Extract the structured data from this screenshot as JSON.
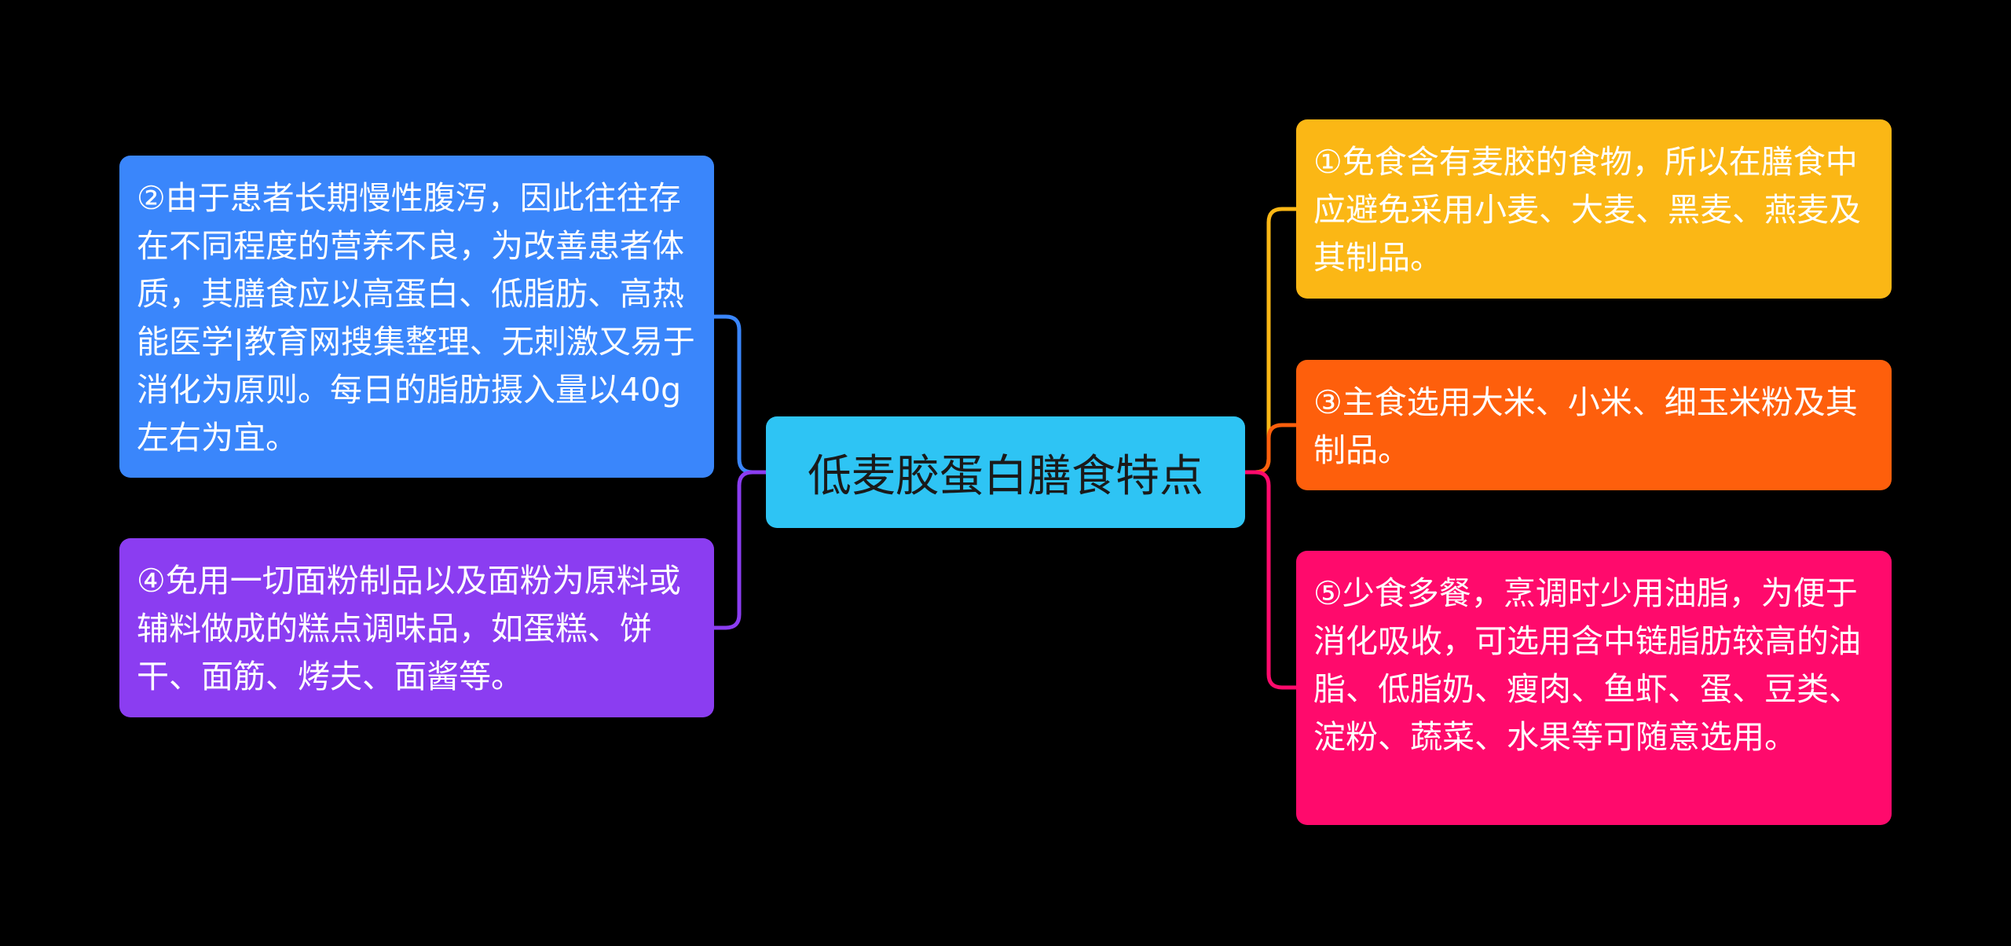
{
  "center": {
    "label": "低麦胶蛋白膳食特点"
  },
  "right_nodes": [
    {
      "text": "①免食含有麦胶的食物，所以在膳食中应避免采用小麦、大麦、黑麦、燕麦及其制品。",
      "color": "#fbb715"
    },
    {
      "text": "③主食选用大米、小米、细玉米粉及其制品。",
      "color": "#fe5f0c"
    },
    {
      "text": "⑤少食多餐，烹调时少用油脂，为便于消化吸收，可选用含中链脂肪较高的油脂、低脂奶、瘦肉、鱼虾、蛋、豆类、淀粉、蔬菜、水果等可随意选用。",
      "color": "#ff0a6c"
    }
  ],
  "left_nodes": [
    {
      "text": "②由于患者长期慢性腹泻，因此往往存在不同程度的营养不良，为改善患者体质，其膳食应以高蛋白、低脂肪、高热能医学|教育网搜集整理、无刺激又易于消化为原则。每日的脂肪摄入量以40g左右为宜。",
      "color": "#3a86fb"
    },
    {
      "text": "④免用一切面粉制品以及面粉为原料或辅料做成的糕点调味品，如蛋糕、饼干、面筋、烤夫、面酱等。",
      "color": "#8b3df1"
    }
  ],
  "colors": {
    "background": "#000000",
    "center": "#2ec4f4"
  }
}
